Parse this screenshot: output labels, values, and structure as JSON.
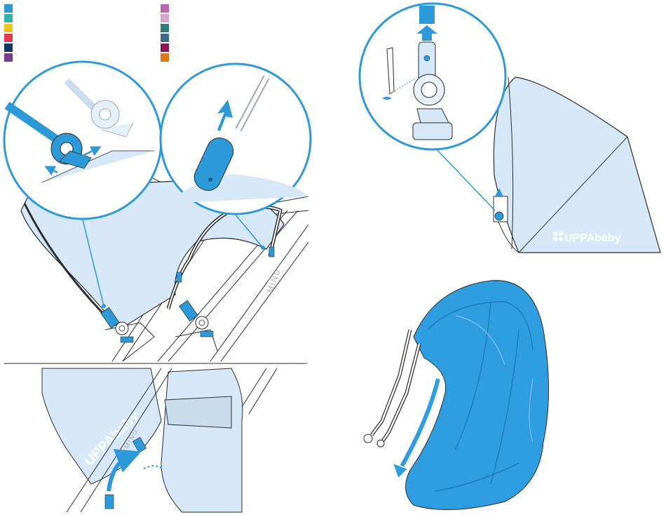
{
  "swatches": {
    "left": [
      "#2c9ad8",
      "#30b0ae",
      "#f2c21c",
      "#e03a4c",
      "#12386a",
      "#7a3b8c"
    ],
    "right": [
      "#c063b0",
      "#d9a4cc",
      "#2f7a7a",
      "#3d6b8a",
      "#8a1752",
      "#e07a18"
    ]
  },
  "colors": {
    "line": "#2d2d2d",
    "fabric_light": "#d6e8f7",
    "accent_blue": "#2c9ad8",
    "canopy_blue": "#2f9ee0"
  },
  "brand": {
    "logo_top_right": "UPPAbaby",
    "logo_bottom_left": "UPPAbaby",
    "frame_label_main": "MINU",
    "frame_label_bottom": "MINU"
  }
}
